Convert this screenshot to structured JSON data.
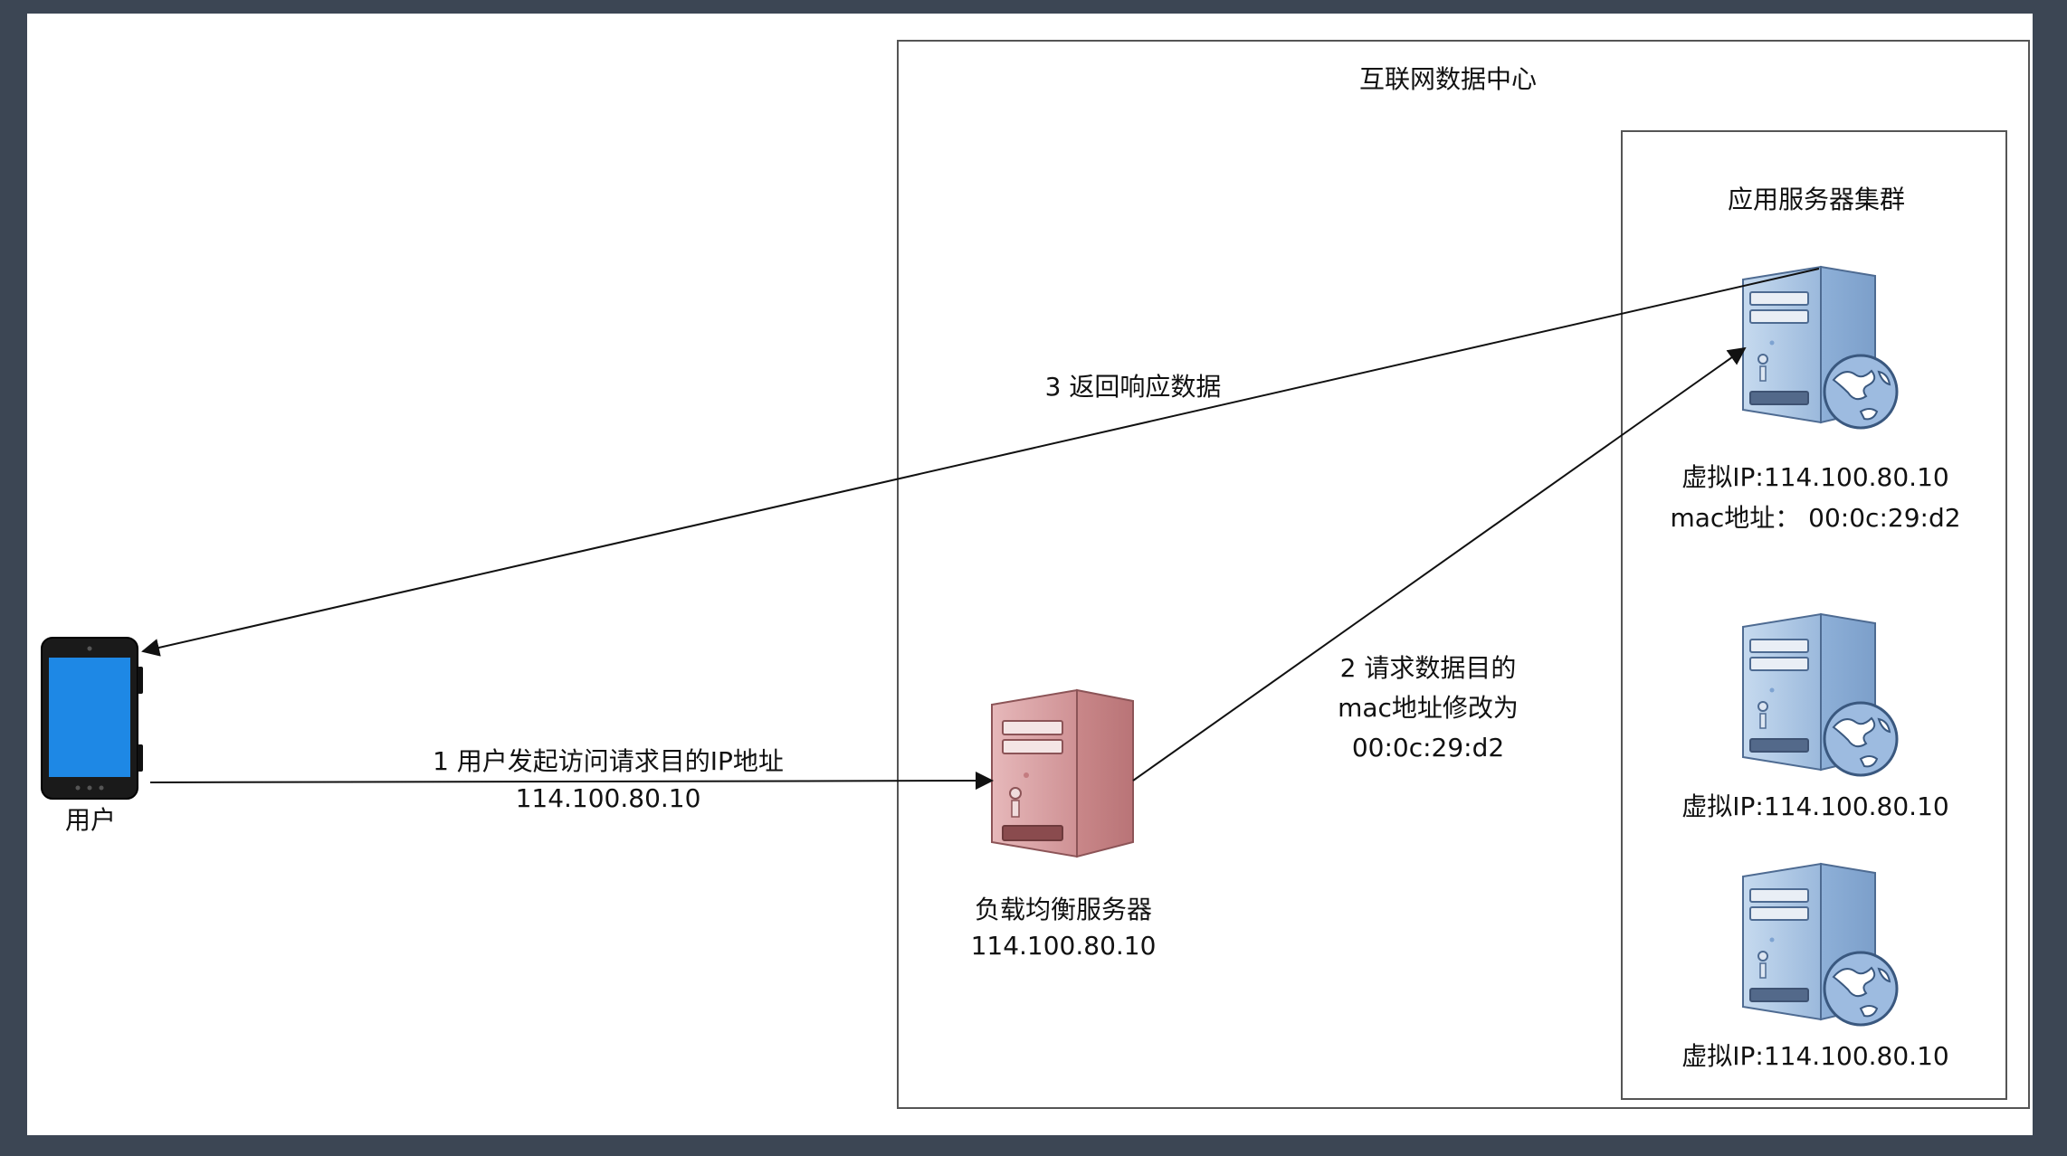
{
  "diagram": {
    "datacenter_title": "互联网数据中心",
    "cluster_title": "应用服务器集群",
    "user_label": "用户",
    "lb": {
      "name": "负载均衡服务器",
      "ip": "114.100.80.10"
    },
    "servers": [
      {
        "vip": "虚拟IP:114.100.80.10",
        "mac": "mac地址：  00:0c:29:d2"
      },
      {
        "vip": "虚拟IP:114.100.80.10"
      },
      {
        "vip": "虚拟IP:114.100.80.10"
      }
    ],
    "steps": {
      "step1_line1": "1 用户发起访问请求目的IP地址",
      "step1_line2": "114.100.80.10",
      "step2_line1": "2 请求数据目的",
      "step2_line2": "mac地址修改为",
      "step2_line3": "00:0c:29:d2",
      "step3": "3 返回响应数据"
    },
    "colors": {
      "background": "#3c4654",
      "canvas": "#ffffff",
      "server_blue": "#a9c4e3",
      "server_red": "#d9a0a3",
      "phone_screen": "#1e88e5"
    }
  }
}
